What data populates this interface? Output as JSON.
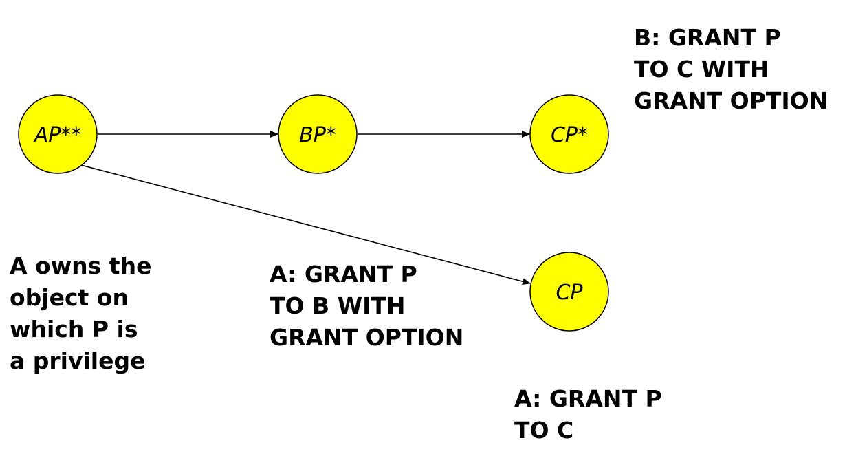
{
  "colors": {
    "node_fill": "#ffff00",
    "node_stroke": "#000000",
    "edge_stroke": "#000000",
    "text": "#000000"
  },
  "nodes": {
    "a": {
      "label": "AP**"
    },
    "b": {
      "label": "BP*"
    },
    "c_grant": {
      "label": "CP*"
    },
    "c": {
      "label": "CP"
    }
  },
  "notes": {
    "b_grant": [
      "B: GRANT P",
      "TO C WITH",
      "GRANT OPTION"
    ],
    "owner": [
      "A owns the",
      "object on",
      "which P is",
      "a privilege"
    ],
    "a_grant_b": [
      "A: GRANT P",
      "TO B WITH",
      "GRANT OPTION"
    ],
    "a_grant_c": [
      "A: GRANT P",
      "TO C"
    ]
  }
}
